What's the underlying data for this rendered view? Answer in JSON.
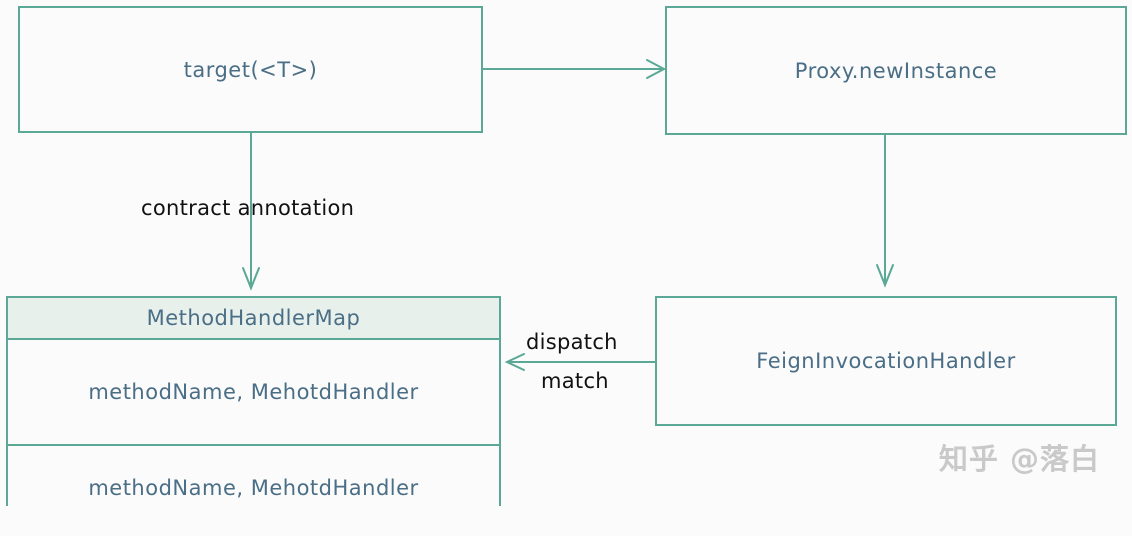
{
  "nodes": {
    "target": "target(<T>)",
    "proxy": "Proxy.newInstance",
    "feign": "FeignInvocationHandler",
    "map": {
      "title": "MethodHandlerMap",
      "rows": [
        "methodName, MehotdHandler",
        "methodName, MehotdHandler"
      ]
    }
  },
  "edges": {
    "contract": "contract annotation",
    "dispatch": "dispatch",
    "match": "match"
  },
  "watermark": "知乎 @落白",
  "colors": {
    "line": "#5aa895",
    "node_text": "#4a6e86",
    "header_fill": "#e8f0ec"
  }
}
